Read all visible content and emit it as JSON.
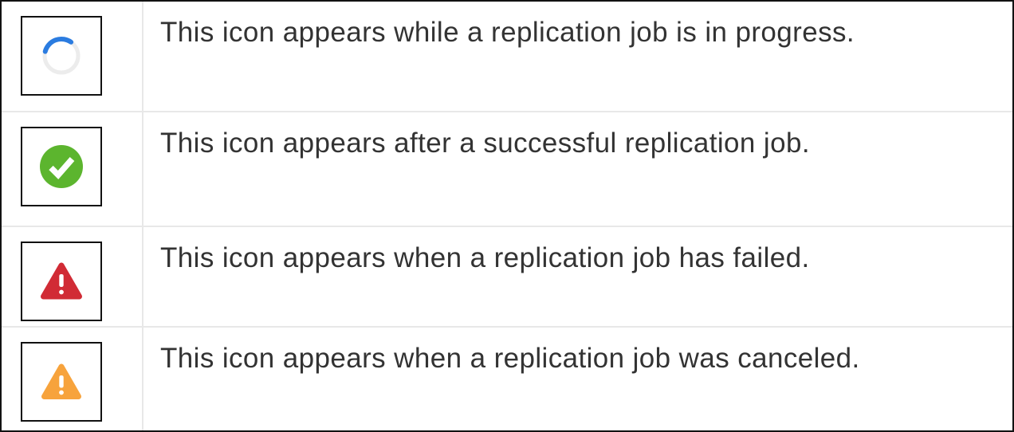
{
  "table": {
    "rows": [
      {
        "icon": "in-progress-spinner-icon",
        "description": "This icon appears while a replication job is in progress."
      },
      {
        "icon": "success-check-icon",
        "description": "This icon appears after a successful replication job."
      },
      {
        "icon": "failed-warning-icon",
        "description": "This icon appears when a replication job has failed."
      },
      {
        "icon": "canceled-warning-icon",
        "description": "This icon appears when a replication job was canceled."
      }
    ]
  },
  "colors": {
    "spinner_blue": "#2b7ce0",
    "spinner_track": "#ececec",
    "success_green": "#5cb52e",
    "failed_red": "#d12b35",
    "canceled_orange": "#f7a33c",
    "divider": "#e8e8e8",
    "frame_border": "#111111",
    "text_color": "#333333"
  }
}
